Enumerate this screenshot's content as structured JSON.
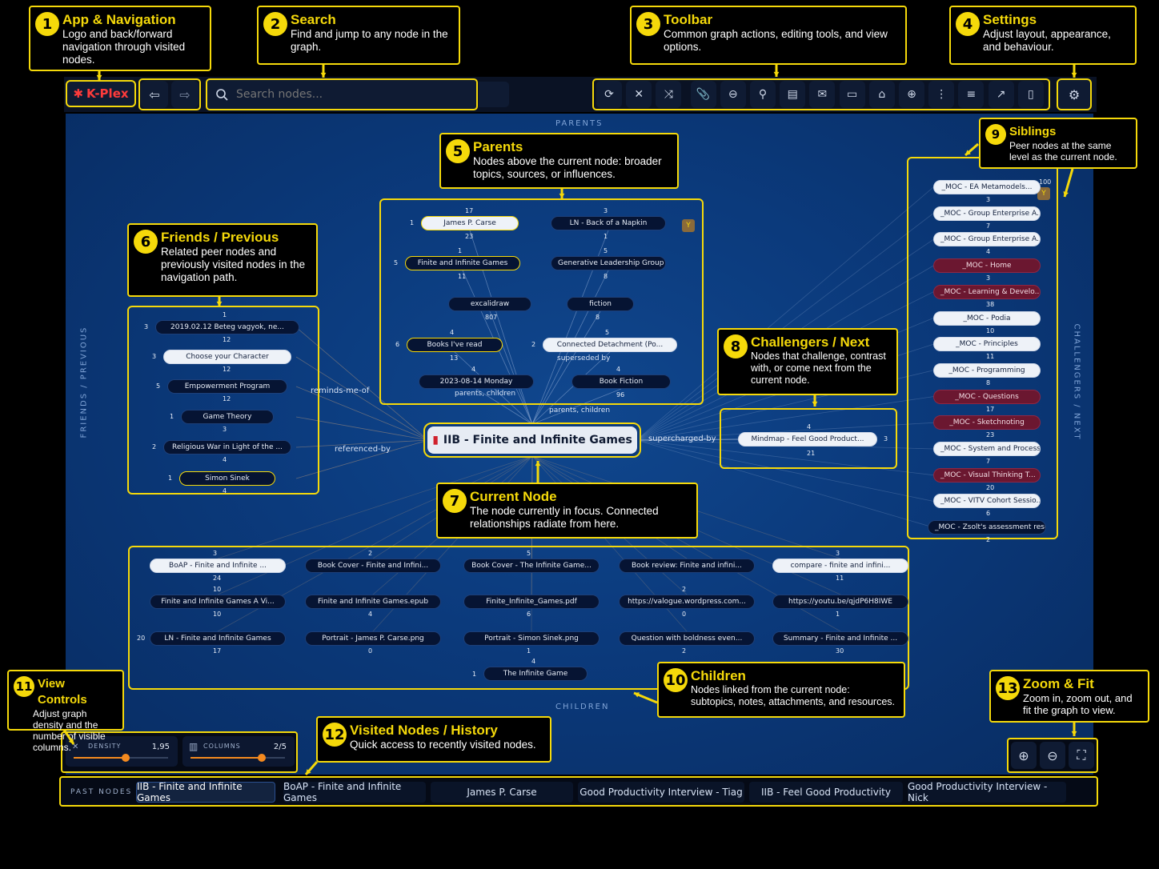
{
  "callouts": {
    "c1": {
      "num": "1",
      "title": "App & Navigation",
      "desc": "Logo and back/forward navigation through visited nodes."
    },
    "c2": {
      "num": "2",
      "title": "Search",
      "desc": "Find and jump to any node in the graph."
    },
    "c3": {
      "num": "3",
      "title": "Toolbar",
      "desc": "Common graph actions, editing tools, and view options."
    },
    "c4": {
      "num": "4",
      "title": "Settings",
      "desc": "Adjust layout, appearance, and behaviour."
    },
    "c5": {
      "num": "5",
      "title": "Parents",
      "desc": "Nodes above the current node: broader topics, sources, or influences."
    },
    "c6": {
      "num": "6",
      "title": "Friends / Previous",
      "desc": "Related peer nodes and previously visited nodes in the navigation path."
    },
    "c7": {
      "num": "7",
      "title": "Current Node",
      "desc": "The node currently in focus. Connected relationships radiate from here."
    },
    "c8": {
      "num": "8",
      "title": "Challengers / Next",
      "desc": "Nodes that challenge, contrast with, or come next from the current node."
    },
    "c9": {
      "num": "9",
      "title": "Siblings",
      "desc": "Peer nodes at the same level as the current node."
    },
    "c10": {
      "num": "10",
      "title": "Children",
      "desc": "Nodes linked from the current node: subtopics, notes, attachments, and resources."
    },
    "c11": {
      "num": "11",
      "title": "View Controls",
      "desc": "Adjust graph density and the number of visible columns."
    },
    "c12": {
      "num": "12",
      "title": "Visited Nodes / History",
      "desc": "Quick access to recently visited nodes."
    },
    "c13": {
      "num": "13",
      "title": "Zoom & Fit",
      "desc": "Zoom in, zoom out, and fit the graph to view."
    }
  },
  "app": {
    "logo": "K-Plex",
    "back_icon": "⇦",
    "forward_icon": "⇨"
  },
  "search": {
    "placeholder": "Search nodes...",
    "icon": "search-icon"
  },
  "toolbar": {
    "icons": [
      "⟳",
      "✕",
      "⤨",
      "📎",
      "⊖",
      "⚲",
      "▤",
      "✉",
      "▭",
      "⌂",
      "⊕",
      "⋮",
      "≡",
      "↗",
      "▯"
    ],
    "settings_icon": "⚙"
  },
  "axes": {
    "parents": "PARENTS",
    "children": "CHILDREN",
    "friends": "FRIENDS / PREVIOUS",
    "challengers": "CHALLENGERS / NEXT"
  },
  "current": {
    "label": "IIB - Finite and Infinite Games"
  },
  "edge_labels": {
    "reminds": "reminds-me-of",
    "referenced": "referenced-by",
    "supercharged": "supercharged-by",
    "parents_children": "parents, children",
    "parents_children2": "parents, children",
    "superseded": "superseded by"
  },
  "parents": [
    {
      "label": "James P. Carse",
      "top": "17",
      "bottom": "23",
      "left": "1"
    },
    {
      "label": "LN - Back of a Napkin",
      "top": "3",
      "bottom": "1"
    },
    {
      "label": "Finite and Infinite Games",
      "top": "1",
      "bottom": "11",
      "left": "5"
    },
    {
      "label": "Generative Leadership Group",
      "top": "5",
      "bottom": "8"
    },
    {
      "label": "excalidraw",
      "top": "",
      "bottom": "807"
    },
    {
      "label": "fiction",
      "top": "",
      "bottom": "8"
    },
    {
      "label": "Books I've read",
      "top": "4",
      "bottom": "13",
      "left": "6"
    },
    {
      "label": "Connected Detachment (Po...",
      "top": "5",
      "bottom": "",
      "left": "2"
    },
    {
      "label": "2023-08-14 Monday",
      "top": "4",
      "bottom": ""
    },
    {
      "label": "Book Fiction",
      "top": "4",
      "bottom": "96"
    }
  ],
  "parents_filter": "Y",
  "friends": [
    {
      "label": "2019.02.12 Beteg vagyok, ne...",
      "top": "1",
      "bottom": "12",
      "left": "3"
    },
    {
      "label": "Choose your Character",
      "top": "",
      "bottom": "12",
      "left": "3"
    },
    {
      "label": "Empowerment Program",
      "top": "",
      "bottom": "12",
      "left": "5"
    },
    {
      "label": "Game Theory",
      "top": "",
      "bottom": "3",
      "left": "1"
    },
    {
      "label": "Religious War in Light of the ...",
      "top": "",
      "bottom": "4",
      "left": "2"
    },
    {
      "label": "Simon Sinek",
      "top": "",
      "bottom": "4",
      "left": "1"
    }
  ],
  "challengers": [
    {
      "label": "Mindmap - Feel Good Product...",
      "top": "4",
      "bottom": "21",
      "right": "3"
    }
  ],
  "siblings_count": "100",
  "siblings": [
    {
      "label": "_MOC - EA Metamodels...",
      "b": "3",
      "s": "light"
    },
    {
      "label": "_MOC - Group Enterprise A...",
      "b": "7",
      "s": "light"
    },
    {
      "label": "_MOC - Group Enterprise A...",
      "b": "4",
      "s": "light"
    },
    {
      "label": "_MOC - Home",
      "b": "3",
      "s": "red"
    },
    {
      "label": "_MOC - Learning & Develo...",
      "b": "38",
      "s": "red"
    },
    {
      "label": "_MOC - Podia",
      "b": "10",
      "s": "light"
    },
    {
      "label": "_MOC - Principles",
      "b": "11",
      "s": "light"
    },
    {
      "label": "_MOC - Programming",
      "b": "8",
      "s": "light"
    },
    {
      "label": "_MOC - Questions",
      "b": "17",
      "s": "red"
    },
    {
      "label": "_MOC - Sketchnoting",
      "b": "23",
      "s": "red"
    },
    {
      "label": "_MOC - System and Process ...",
      "b": "7",
      "s": "light"
    },
    {
      "label": "_MOC - Visual Thinking T...",
      "b": "20",
      "s": "red"
    },
    {
      "label": "_MOC - VITV Cohort Sessio...",
      "b": "6",
      "s": "light"
    },
    {
      "label": "_MOC - Zsolt's assessment resu...",
      "b": "2",
      "s": "dark"
    }
  ],
  "children": [
    [
      {
        "label": "BoAP - Finite and Infinite ...",
        "t": "3",
        "b": "24",
        "s": "light"
      },
      {
        "label": "Book Cover - Finite and Infini...",
        "t": "2",
        "b": "",
        "s": "dark"
      },
      {
        "label": "Book Cover - The Infinite Game...",
        "t": "5",
        "b": "",
        "s": "dark"
      },
      {
        "label": "Book review: Finite and infini...",
        "t": "",
        "b": "",
        "s": "dark"
      },
      {
        "label": "compare - finite and infini...",
        "t": "3",
        "b": "11",
        "s": "light"
      }
    ],
    [
      {
        "label": "Finite and Infinite Games A Vi...",
        "t": "10",
        "b": "10",
        "s": "dark"
      },
      {
        "label": "Finite and Infinite Games.epub",
        "t": "",
        "b": "4",
        "s": "dark"
      },
      {
        "label": "Finite_Infinite_Games.pdf",
        "t": "",
        "b": "6",
        "s": "dark"
      },
      {
        "label": "https://valogue.wordpress.com...",
        "t": "2",
        "b": "0",
        "s": "dark"
      },
      {
        "label": "https://youtu.be/qjdP6H8IWE",
        "t": "",
        "b": "1",
        "s": "dark"
      }
    ],
    [
      {
        "label": "LN - Finite and Infinite Games",
        "t": "",
        "b": "17",
        "s": "dark",
        "l": "20"
      },
      {
        "label": "Portrait - James P. Carse.png",
        "t": "",
        "b": "0",
        "s": "dark"
      },
      {
        "label": "Portrait - Simon Sinek.png",
        "t": "",
        "b": "1",
        "s": "dark"
      },
      {
        "label": "Question with boldness even...",
        "t": "",
        "b": "2",
        "s": "dark"
      },
      {
        "label": "Summary - Finite and Infinite ...",
        "t": "",
        "b": "30",
        "s": "dark"
      }
    ]
  ],
  "child_extra": {
    "label": "The Infinite Game",
    "top": "4",
    "left": "1"
  },
  "controls": {
    "density_label": "DENSITY",
    "density_value": "1,95",
    "density_fill": 0.55,
    "columns_label": "COLUMNS",
    "columns_value": "2/5",
    "columns_fill": 0.75
  },
  "zoom": {
    "in": "⊕",
    "out": "⊖",
    "fit": "⛶"
  },
  "past": {
    "label": "PAST NODES",
    "items": [
      "IIB - Finite and Infinite Games",
      "BoAP - Finite and Infinite Games",
      "James P. Carse",
      "Good Productivity Interview - Tiag",
      "IIB - Feel Good Productivity",
      "Good Productivity Interview - Nick"
    ]
  }
}
